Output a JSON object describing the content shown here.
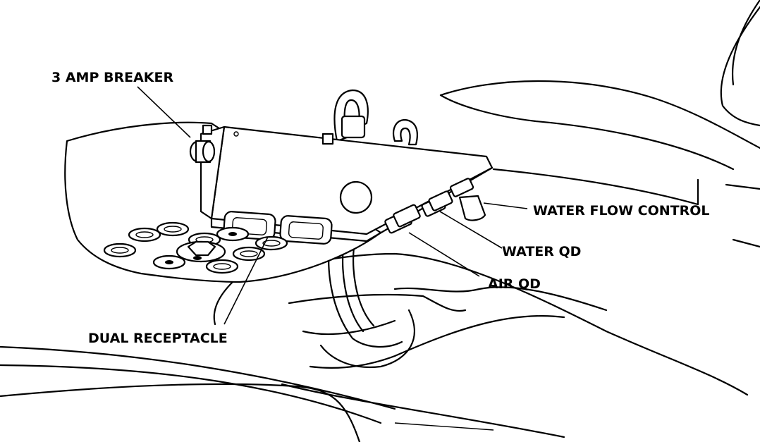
{
  "labels": {
    "breaker": "3 AMP BREAKER",
    "water_flow": "WATER FLOW CONTROL",
    "water_qd": "WATER QD",
    "air_qd": "AIR QD",
    "receptacle": "DUAL RECEPTACLE"
  },
  "colors": {
    "line": "#000000",
    "background": "#ffffff"
  }
}
